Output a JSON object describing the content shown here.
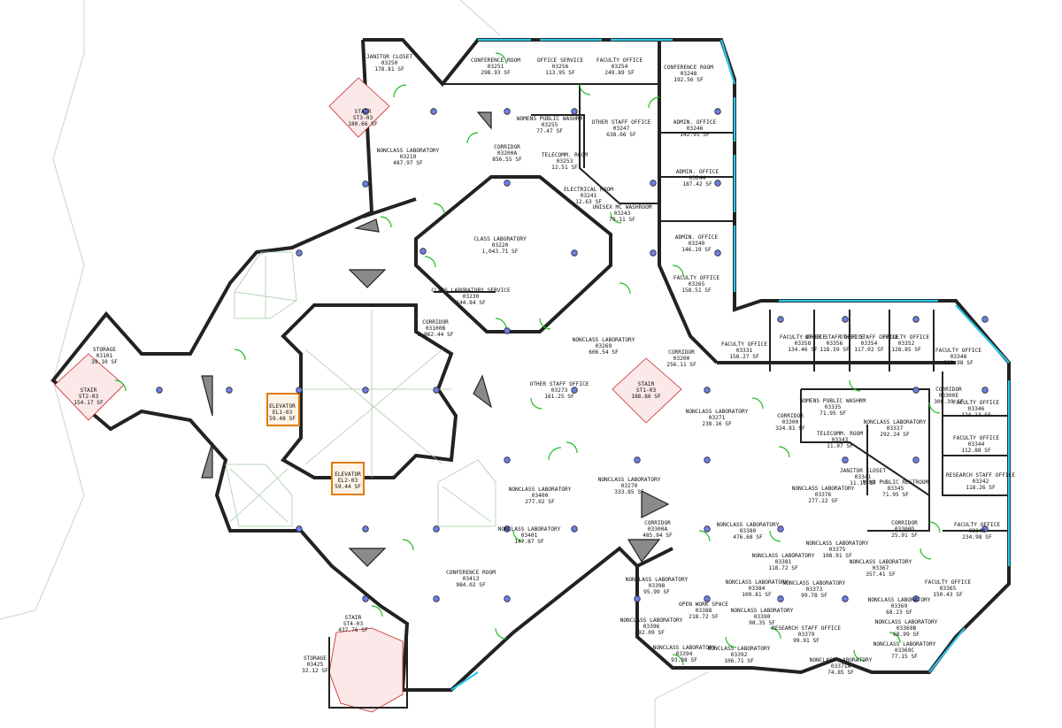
{
  "rooms": [
    {
      "name": "JANITOR CLOSET",
      "num": "03250",
      "area": "178.81 SF"
    },
    {
      "name": "STAIR",
      "num": "ST3-03",
      "area": "180.66 SF"
    },
    {
      "name": "CONFERENCE ROOM",
      "num": "03251",
      "area": "298.93 SF"
    },
    {
      "name": "OFFICE SERVICE",
      "num": "03256",
      "area": "113.95 SF"
    },
    {
      "name": "FACULTY OFFICE",
      "num": "03254",
      "area": "249.89 SF"
    },
    {
      "name": "CONFERENCE ROOM",
      "num": "03248",
      "area": "192.56 SF"
    },
    {
      "name": "WOMENS PUBLIC WASHRM",
      "num": "03255",
      "area": "77.47 SF"
    },
    {
      "name": "OTHER STAFF OFFICE",
      "num": "03247",
      "area": "638.66 SF"
    },
    {
      "name": "ADMIN. OFFICE",
      "num": "03246",
      "area": "142.91 SF"
    },
    {
      "name": "CORRIDOR",
      "num": "03200A",
      "area": "856.55 SF"
    },
    {
      "name": "TELECOMM. ROOM",
      "num": "03253",
      "area": "12.51 SF"
    },
    {
      "name": "ADMIN. OFFICE",
      "num": "03244",
      "area": "187.42 SF"
    },
    {
      "name": "NONCLASS LABORATORY",
      "num": "03219",
      "area": "487.97 SF"
    },
    {
      "name": "ELECTRICAL ROOM",
      "num": "03241",
      "area": "12.63 SF"
    },
    {
      "name": "UNISEX MC WASHROOM",
      "num": "03243",
      "area": "79.11 SF"
    },
    {
      "name": "CLASS LABORATORY",
      "num": "03220",
      "area": "1,043.71 SF"
    },
    {
      "name": "ADMIN. OFFICE",
      "num": "03240",
      "area": "146.19 SF"
    },
    {
      "name": "FACULTY OFFICE",
      "num": "03265",
      "area": "158.51 SF"
    },
    {
      "name": "CLASS LABORATORY SERVICE",
      "num": "03230",
      "area": "144.84 SF"
    },
    {
      "name": "CORRIDOR",
      "num": "03100B",
      "area": "5,862.44 SF"
    },
    {
      "name": "STORAGE",
      "num": "03101",
      "area": "39.10 SF"
    },
    {
      "name": "STAIR",
      "num": "ST2-03",
      "area": "154.17 SF"
    },
    {
      "name": "NONCLASS LABORATORY",
      "num": "03269",
      "area": "606.54 SF"
    },
    {
      "name": "CORRIDOR",
      "num": "03200",
      "area": "256.11 SF"
    },
    {
      "name": "FACULTY OFFICE",
      "num": "03331",
      "area": "158.27 SF"
    },
    {
      "name": "FACULTY OFFICE",
      "num": "03358",
      "area": "134.46 SF"
    },
    {
      "name": "OTHER STAFF OFFICE",
      "num": "03356",
      "area": "118.59 SF"
    },
    {
      "name": "OTHER STAFF OFFICE",
      "num": "03354",
      "area": "117.02 SF"
    },
    {
      "name": "FACULTY OFFICE",
      "num": "03352",
      "area": "128.85 SF"
    },
    {
      "name": "FACULTY OFFICE",
      "num": "03348",
      "area": "199.98 SF"
    },
    {
      "name": "OTHER STAFF OFFICE",
      "num": "03273",
      "area": "161.25 SF"
    },
    {
      "name": "STAIR",
      "num": "ST1-03",
      "area": "188.86 SF"
    },
    {
      "name": "ELEVATOR",
      "num": "EL1-03",
      "area": "59.48 SF"
    },
    {
      "name": "NONCLASS LABORATORY",
      "num": "03271",
      "area": "238.16 SF"
    },
    {
      "name": "CORRIDOR",
      "num": "03300",
      "area": "324.81 SF"
    },
    {
      "name": "WOMENS PUBLIC WASHRM",
      "num": "03335",
      "area": "71.95 SF"
    },
    {
      "name": "CORRIDOR",
      "num": "03300E",
      "area": "308.39 SF"
    },
    {
      "name": "NONCLASS LABORATORY",
      "num": "03337",
      "area": "292.24 SF"
    },
    {
      "name": "FACULTY OFFICE",
      "num": "03346",
      "area": "124.13 SF"
    },
    {
      "name": "TELECOMM. ROOM",
      "num": "03343",
      "area": "11.97 SF"
    },
    {
      "name": "FACULTY OFFICE",
      "num": "03344",
      "area": "112.88 SF"
    },
    {
      "name": "ELEVATOR",
      "num": "EL2-03",
      "area": "59.44 SF"
    },
    {
      "name": "NONCLASS LABORATORY",
      "num": "03270",
      "area": "333.85 SF"
    },
    {
      "name": "JANITOR CLOSET",
      "num": "03341",
      "area": "11.11 SF"
    },
    {
      "name": "MENS PUBLIC RESTROOM",
      "num": "03345",
      "area": "71.95 SF"
    },
    {
      "name": "NONCLASS LABORATORY",
      "num": "03376",
      "area": "277.22 SF"
    },
    {
      "name": "RESEARCH STAFF OFFICE",
      "num": "03342",
      "area": "118.26 SF"
    },
    {
      "name": "NONCLASS LABORATORY",
      "num": "03400",
      "area": "277.02 SF"
    },
    {
      "name": "CORRIDOR",
      "num": "03300A",
      "area": "485.94 SF"
    },
    {
      "name": "NONCLASS LABORATORY",
      "num": "03380",
      "area": "476.68 SF"
    },
    {
      "name": "CORRIDOR",
      "num": "03300D",
      "area": "25.91 SF"
    },
    {
      "name": "FACULTY OFFICE",
      "num": "03340",
      "area": "234.98 SF"
    },
    {
      "name": "NONCLASS LABORATORY",
      "num": "03401",
      "area": "147.87 SF"
    },
    {
      "name": "NONCLASS LABORATORY",
      "num": "03381",
      "area": "118.72 SF"
    },
    {
      "name": "NONCLASS LABORATORY",
      "num": "03375",
      "area": "108.91 SF"
    },
    {
      "name": "NONCLASS LABORATORY",
      "num": "03367",
      "area": "357.41 SF"
    },
    {
      "name": "CONFERENCE ROOM",
      "num": "03413",
      "area": "984.02 SF"
    },
    {
      "name": "NONCLASS LABORATORY",
      "num": "03398",
      "area": "95.99 SF"
    },
    {
      "name": "NONCLASS LABORATORY",
      "num": "03384",
      "area": "109.81 SF"
    },
    {
      "name": "NONCLASS LABORATORY",
      "num": "03373",
      "area": "99.78 SF"
    },
    {
      "name": "FACULTY OFFICE",
      "num": "03365",
      "area": "150.43 SF"
    },
    {
      "name": "NONCLASS LABORATORY",
      "num": "03369",
      "area": "68.23 SF"
    },
    {
      "name": "OPEN WORK SPACE",
      "num": "03388",
      "area": "218.72 SF"
    },
    {
      "name": "NONCLASS LABORATORY",
      "num": "03390",
      "area": "98.35 SF"
    },
    {
      "name": "STAIR",
      "num": "ST4-03",
      "area": "437.76 SF"
    },
    {
      "name": "NONCLASS LABORATORY",
      "num": "03396",
      "area": "92.09 SF"
    },
    {
      "name": "RESEARCH STAFF OFFICE",
      "num": "03379",
      "area": "99.91 SF"
    },
    {
      "name": "NONCLASS LABORATORY",
      "num": "03369B",
      "area": "68.99 SF"
    },
    {
      "name": "NONCLASS LABORATORY",
      "num": "03394",
      "area": "93.98 SF"
    },
    {
      "name": "NONCLASS LABORATORY",
      "num": "03392",
      "area": "106.71 SF"
    },
    {
      "name": "NONCLASS LABORATORY",
      "num": "03369C",
      "area": "77.15 SF"
    },
    {
      "name": "STORAGE",
      "num": "03425",
      "area": "32.12 SF"
    },
    {
      "name": "NONCLASS LABORATORY",
      "num": "03371A",
      "area": "74.85 SF"
    }
  ]
}
